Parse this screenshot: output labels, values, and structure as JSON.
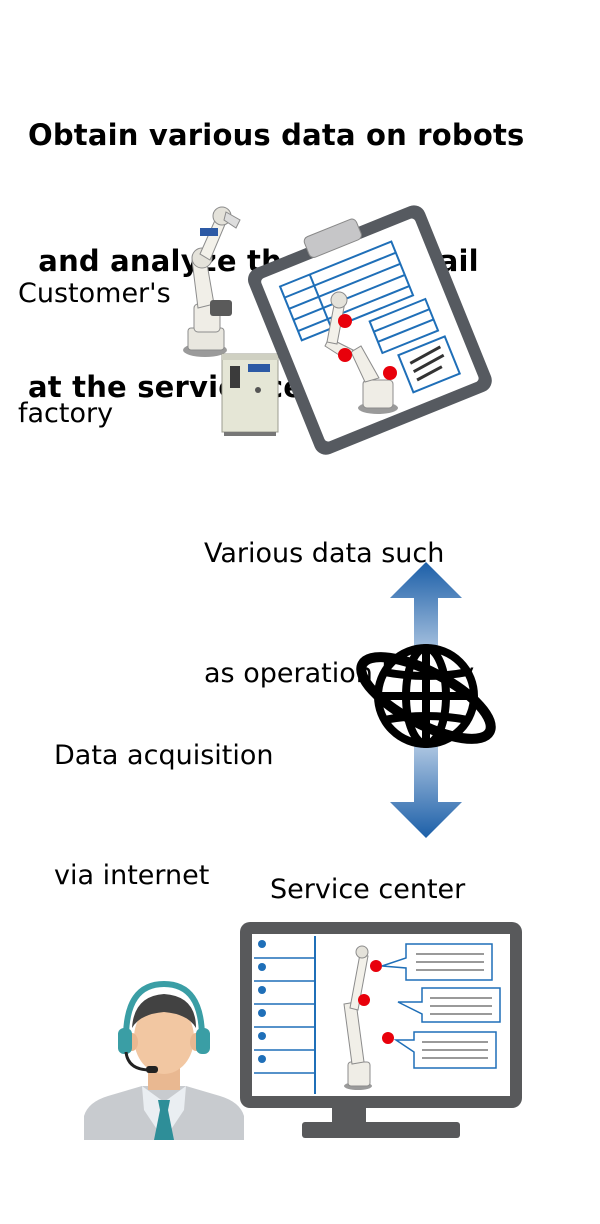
{
  "title": {
    "line1": "Obtain various data on robots",
    "line2": " and analyze them in detail",
    "line3": "at the service center."
  },
  "labels": {
    "customer_line1": "Customer's",
    "customer_line2": "factory",
    "data_line1": "Various data such",
    "data_line2": "as operation history",
    "internet_line1": "Data acquisition",
    "internet_line2": "via internet",
    "service_center": "Service center"
  },
  "colors": {
    "arrow": "#1c5fa8",
    "marker": "#e8000b",
    "monitor": "#58595b",
    "panel_line": "#1f6fb8",
    "headset": "#3a9ea5",
    "clipboard": "#565a60"
  },
  "icons": [
    "robot-arm-icon",
    "robot-controller-icon",
    "clipboard-report-icon",
    "globe-icon",
    "double-arrow-icon",
    "operator-headset-icon",
    "monitor-icon"
  ]
}
